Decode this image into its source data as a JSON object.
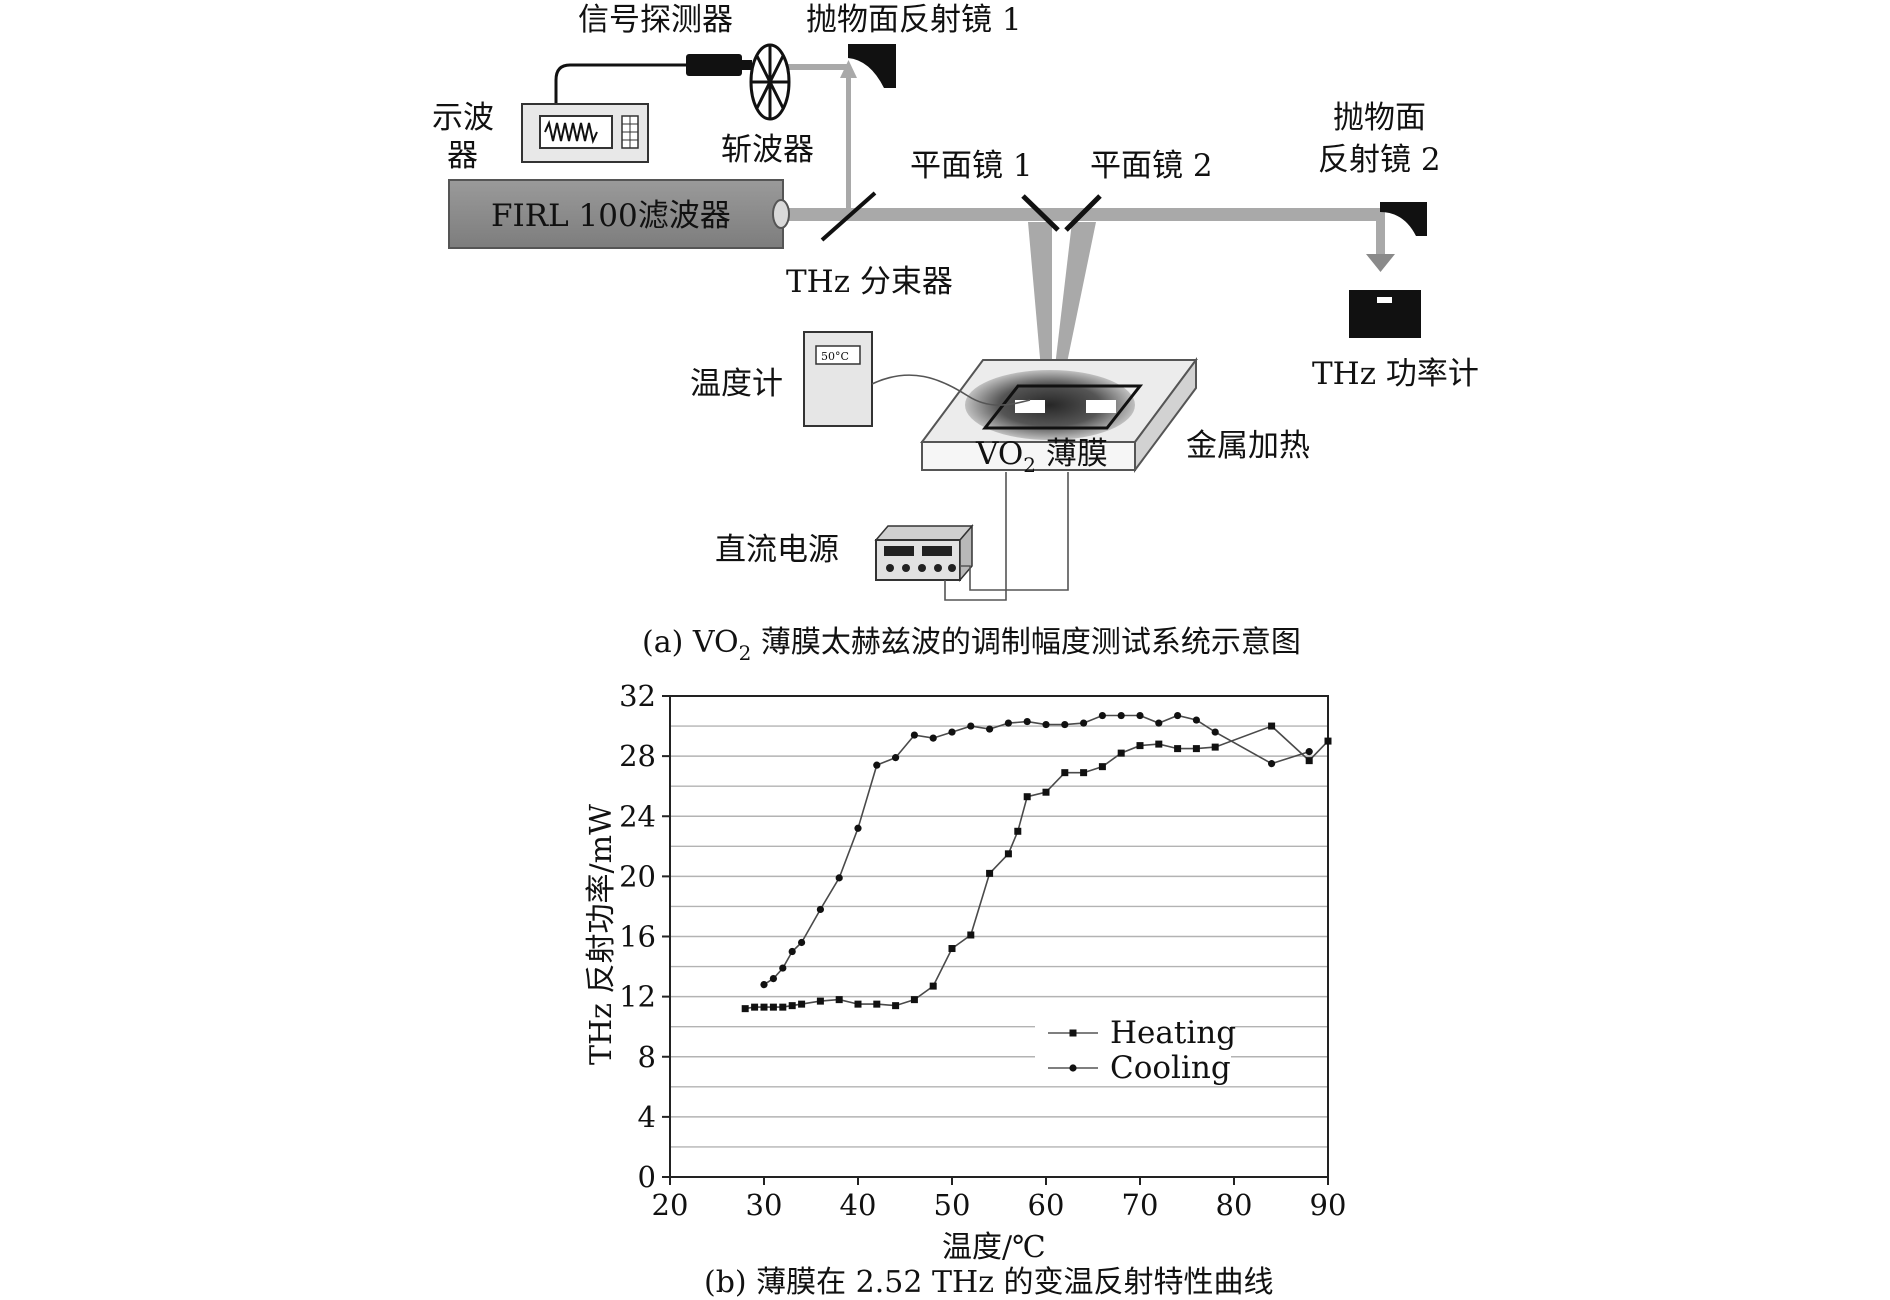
{
  "diagram": {
    "labels": {
      "signal_detector": "信号探测器",
      "parabolic_mirror_1": "抛物面反射镜 1",
      "oscilloscope_line1": "示波",
      "oscilloscope_line2": "器",
      "chopper": "斩波器",
      "flat_mirror_1": "平面镜 1",
      "flat_mirror_2": "平面镜 2",
      "parabolic_mirror_2_line1": "抛物面",
      "parabolic_mirror_2_line2": "反射镜 2",
      "firl_filter": "FIRL 100滤波器",
      "beam_splitter": "THz 分束器",
      "power_meter": "THz 功率计",
      "thermometer": "温度计",
      "thermometer_display": "50°C",
      "vo2_prefix": "VO",
      "vo2_subscript": "2",
      "vo2_suffix": " 薄膜",
      "metal_heating": "金属加热",
      "dc_power": "直流电源"
    },
    "caption_a_prefix": "(a) VO",
    "caption_a_subscript": "2",
    "caption_a_suffix": " 薄膜太赫兹波的调制幅度测试系统示意图",
    "colors": {
      "beam": "#a9a9a9",
      "box": "#8c8c8c",
      "dark": "#111111",
      "panel": "#e8e8e8"
    }
  },
  "chart_data": {
    "type": "line",
    "xlabel": "温度/℃",
    "ylabel": "THz 反射功率/mW",
    "xlim": [
      20,
      90
    ],
    "ylim": [
      0,
      32
    ],
    "xticks": [
      20,
      30,
      40,
      50,
      60,
      70,
      80,
      90
    ],
    "yticks": [
      0,
      4,
      8,
      12,
      16,
      20,
      24,
      28,
      32
    ],
    "grid": "horizontal, every 2 mW",
    "legend_position": "lower-right",
    "series": [
      {
        "name": "Heating",
        "marker": "square",
        "x": [
          28,
          29,
          30,
          31,
          32,
          33,
          34,
          36,
          38,
          40,
          42,
          44,
          46,
          48,
          50,
          52,
          54,
          56,
          57,
          58,
          60,
          62,
          64,
          66,
          68,
          70,
          72,
          74,
          76,
          78,
          84,
          88,
          90
        ],
        "y": [
          11.2,
          11.3,
          11.3,
          11.3,
          11.3,
          11.4,
          11.5,
          11.7,
          11.8,
          11.5,
          11.5,
          11.4,
          11.8,
          12.7,
          15.2,
          16.1,
          20.2,
          21.5,
          23.0,
          25.3,
          25.6,
          26.9,
          26.9,
          27.3,
          28.2,
          28.7,
          28.8,
          28.5,
          28.5,
          28.6,
          30.0,
          27.7,
          29.0
        ]
      },
      {
        "name": "Cooling",
        "marker": "circle",
        "x": [
          30,
          31,
          32,
          33,
          34,
          36,
          38,
          40,
          42,
          44,
          46,
          48,
          50,
          52,
          54,
          56,
          58,
          60,
          62,
          64,
          66,
          68,
          70,
          72,
          74,
          76,
          78,
          84,
          88
        ],
        "y": [
          12.8,
          13.2,
          13.9,
          15.0,
          15.6,
          17.8,
          19.9,
          23.2,
          27.4,
          27.9,
          29.4,
          29.2,
          29.6,
          30.0,
          29.8,
          30.2,
          30.3,
          30.1,
          30.1,
          30.2,
          30.7,
          30.7,
          30.7,
          30.2,
          30.7,
          30.4,
          29.6,
          27.5,
          28.3
        ]
      }
    ]
  },
  "caption_b": "(b) 薄膜在 2.52 THz 的变温反射特性曲线"
}
